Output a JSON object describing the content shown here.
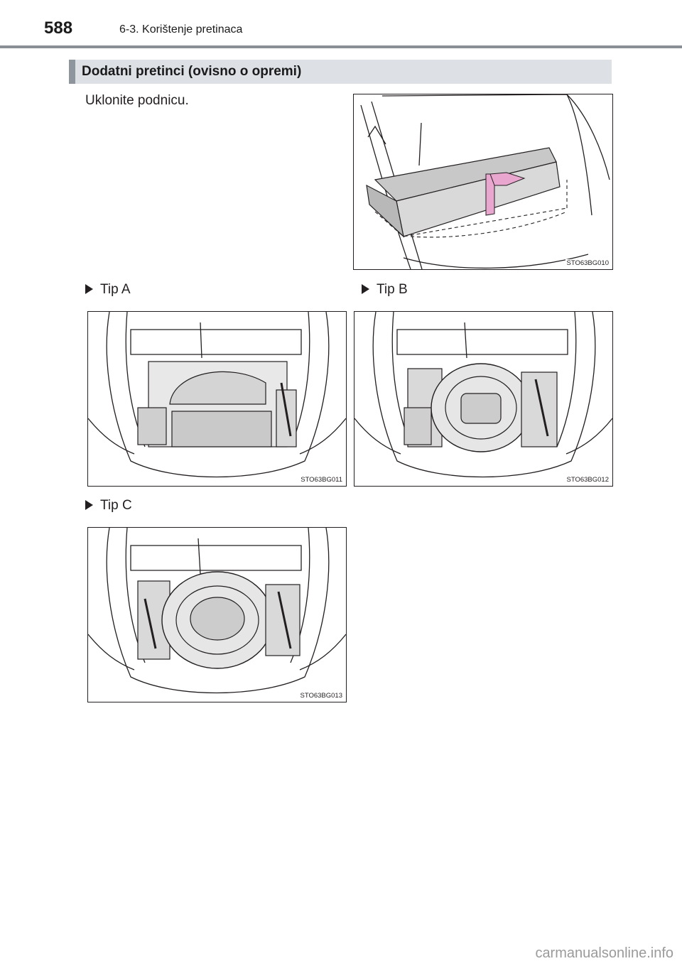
{
  "header": {
    "page_number": "588",
    "section_path": "6-3. Korištenje pretinaca"
  },
  "section": {
    "title": "Dodatni pretinci (ovisno o opremi)"
  },
  "instruction": "Uklonite podnicu.",
  "figures": {
    "floor": {
      "code": "STO63BG010"
    },
    "type_a": {
      "label": "Tip A",
      "code": "STO63BG011"
    },
    "type_b": {
      "label": "Tip B",
      "code": "STO63BG012"
    },
    "type_c": {
      "label": "Tip C",
      "code": "STO63BG013"
    }
  },
  "colors": {
    "arrow": "#e9a7cf",
    "panel_gray": "#c8c8c8",
    "section_bar": "#dde1e6"
  },
  "watermark": "carmanualsonline.info"
}
